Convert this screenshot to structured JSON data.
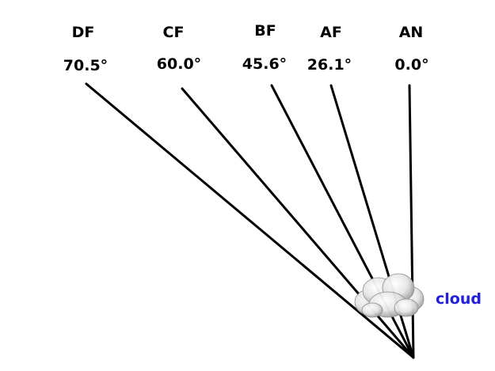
{
  "cameras": [
    {
      "name": "DF",
      "angle": "70.5°"
    },
    {
      "name": "CF",
      "angle": "60.0°"
    },
    {
      "name": "BF",
      "angle": "45.6°"
    },
    {
      "name": "AF",
      "angle": "26.1°"
    },
    {
      "name": "AN",
      "angle": "0.0°"
    }
  ],
  "cloud": {
    "label": "cloud",
    "label_color": "#2020dd",
    "icon": "cloud-icon"
  },
  "colors": {
    "line": "#000000",
    "background": "#ffffff"
  }
}
